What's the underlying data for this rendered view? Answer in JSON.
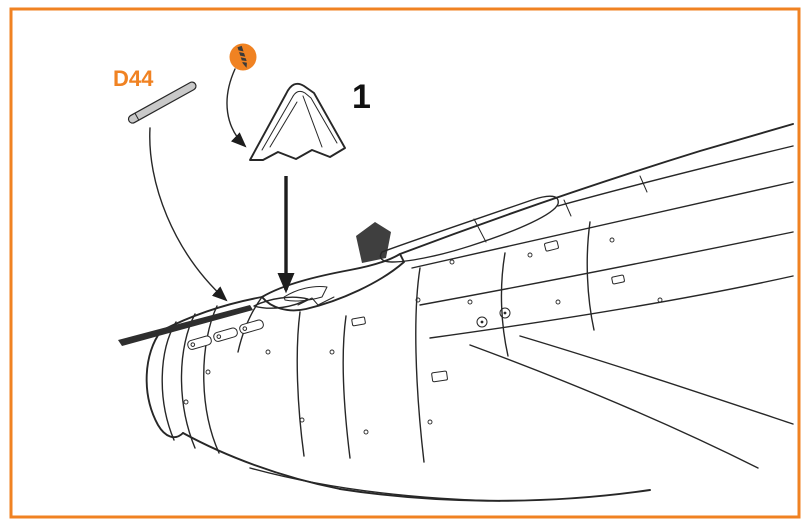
{
  "frame": {
    "background_color": "#FFFFFF",
    "border_color": "#F08222"
  },
  "labels": {
    "part_code": "D44",
    "part_code_color": "#F08222",
    "step_number": "1",
    "step_number_color": "#111111"
  },
  "icons": [
    {
      "name": "drill-icon",
      "meaning": "drill open the marked hole",
      "badge_color": "#F08222",
      "glyph_color": "#3A3A3A"
    }
  ],
  "artwork": {
    "line_color": "#272727",
    "rod_fill_color": "#C9C9C9",
    "subject": "aircraft forward fuselage line drawing with windscreen part and D44 rod placement arrows"
  }
}
